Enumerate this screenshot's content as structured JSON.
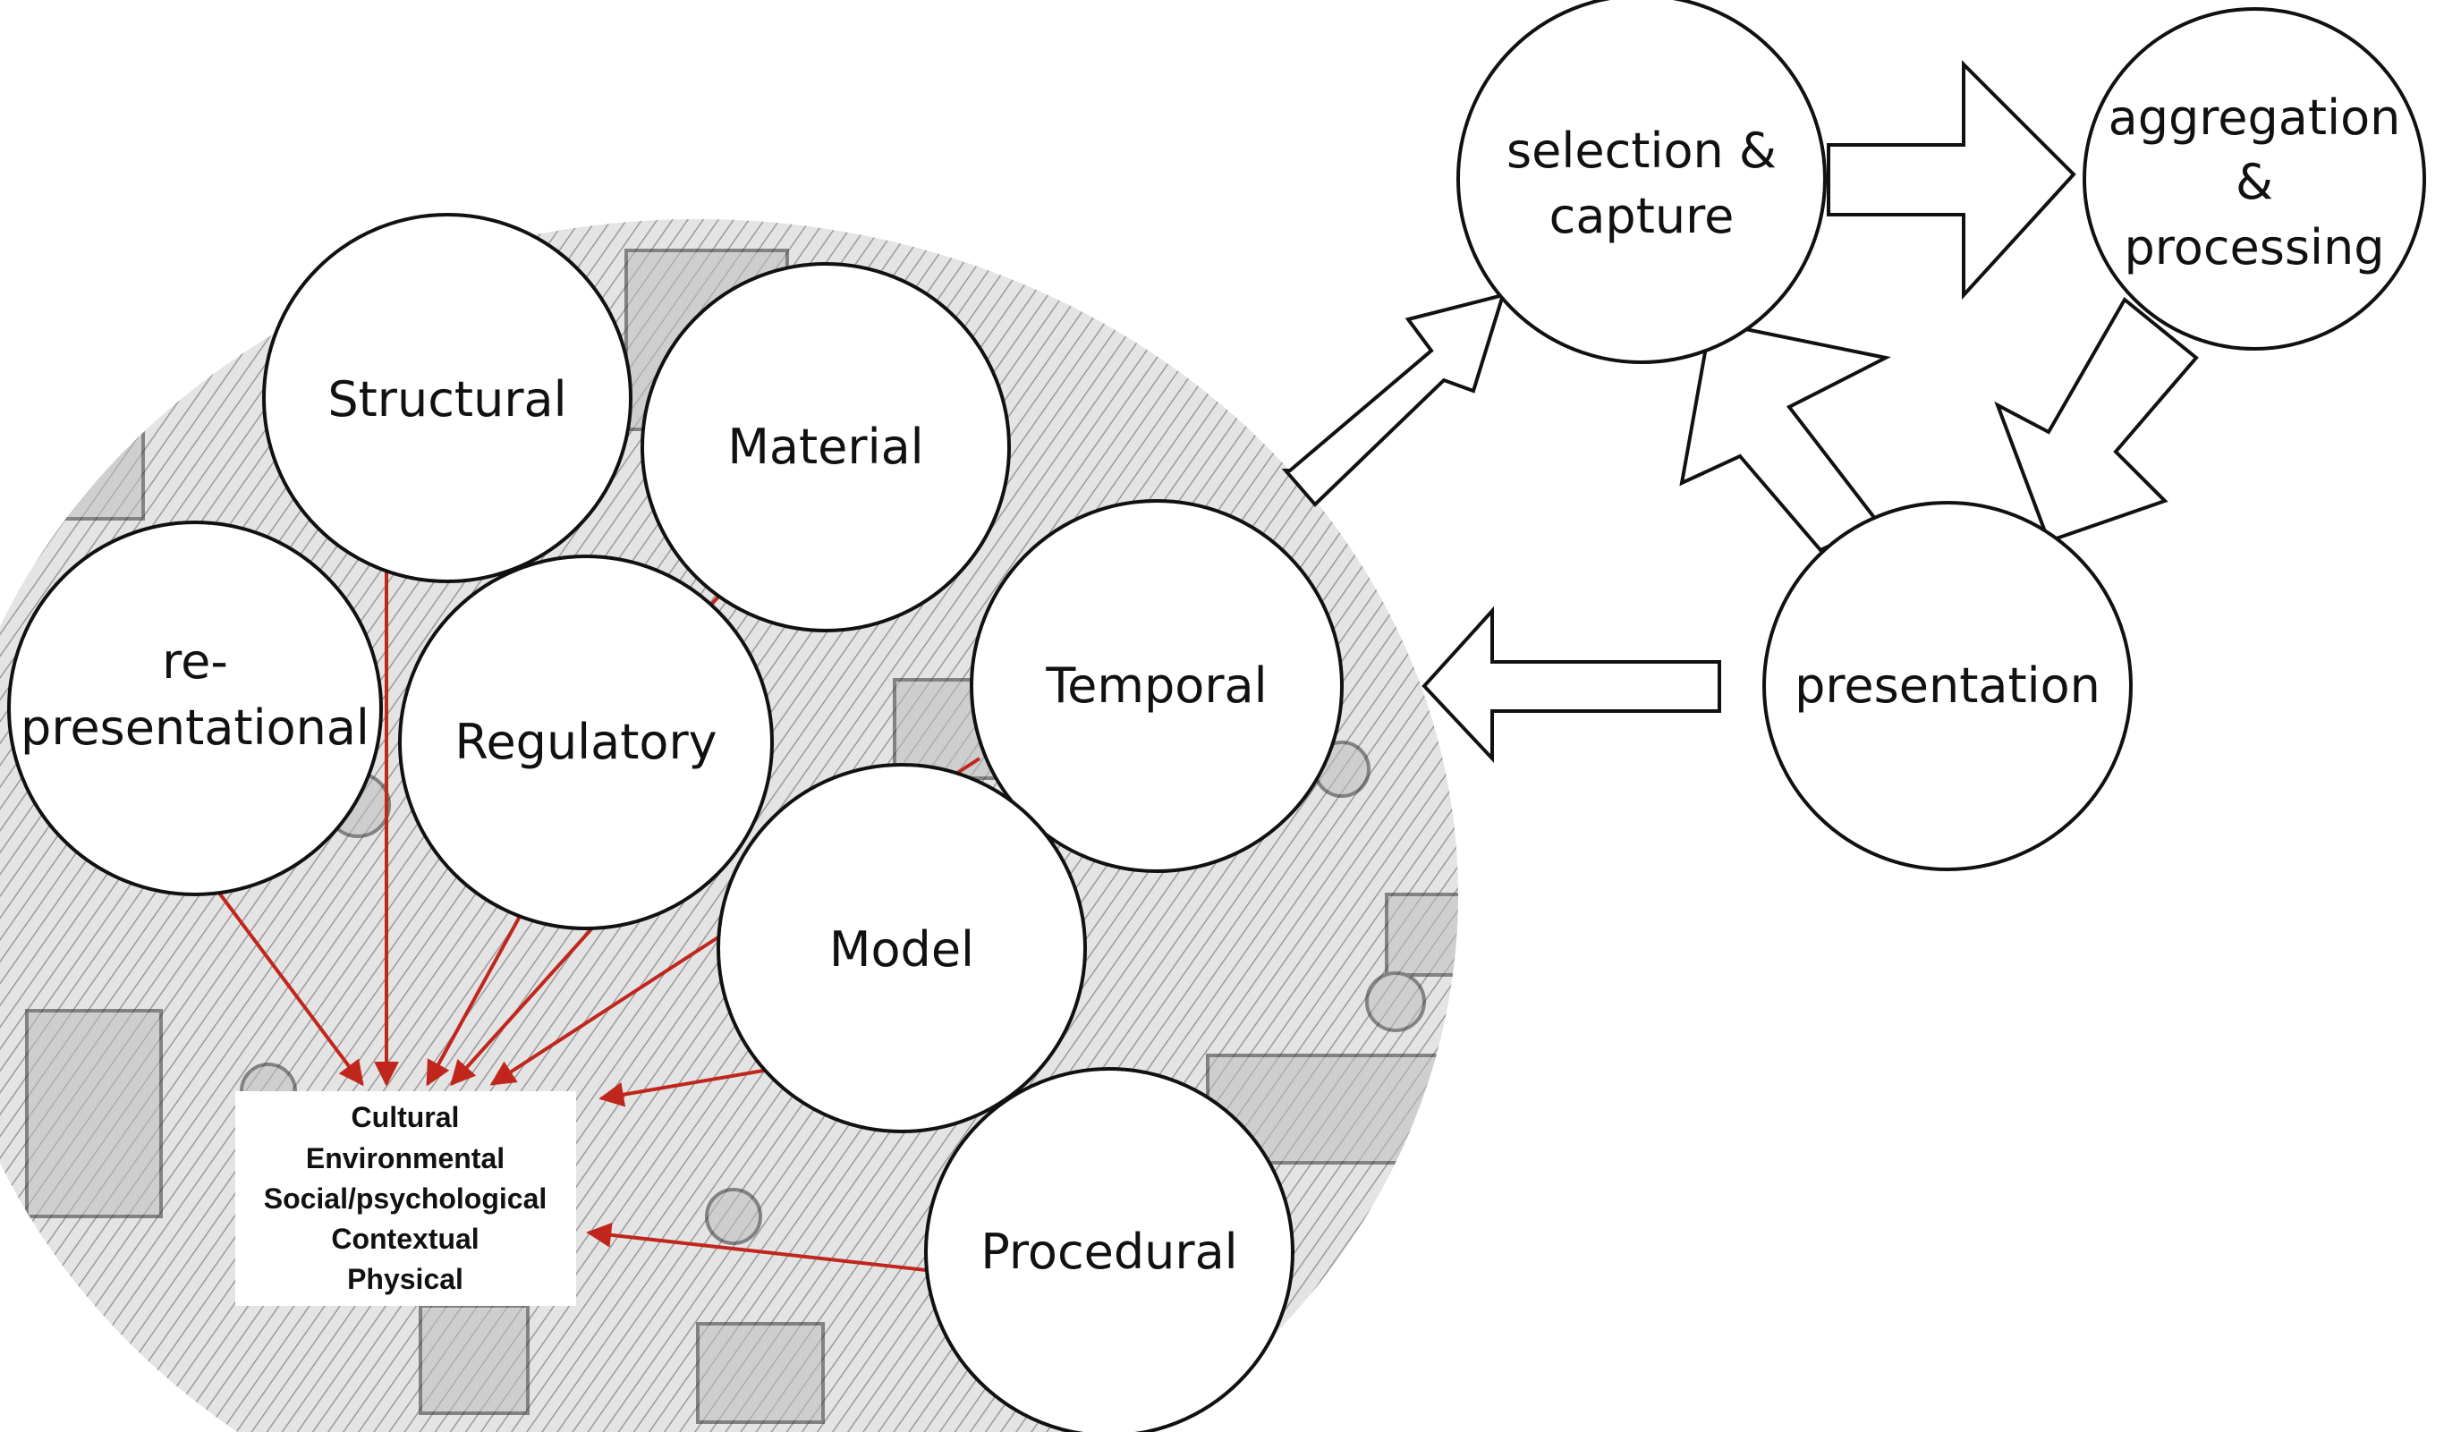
{
  "colors": {
    "arrow_red": "#c0261c",
    "outline": "#111111",
    "fill": "#ffffff",
    "sketch_bg": "#dcdcdc"
  },
  "left_cluster": {
    "background": "sketch-illustration-of-people-working",
    "nodes": {
      "structural": "Structural",
      "material": "Material",
      "representational_1": "re-",
      "representational_2": "presentational",
      "regulatory": "Regulatory",
      "temporal": "Temporal",
      "model": "Model",
      "procedural": "Procedural"
    },
    "context_box": [
      "Cultural",
      "Environmental",
      "Social/psychological",
      "Contextual",
      "Physical"
    ]
  },
  "cycle": {
    "selection_1": "selection &",
    "selection_2": "capture",
    "aggregation_1": "aggregation",
    "aggregation_2": "&",
    "aggregation_3": "processing",
    "presentation": "presentation"
  }
}
